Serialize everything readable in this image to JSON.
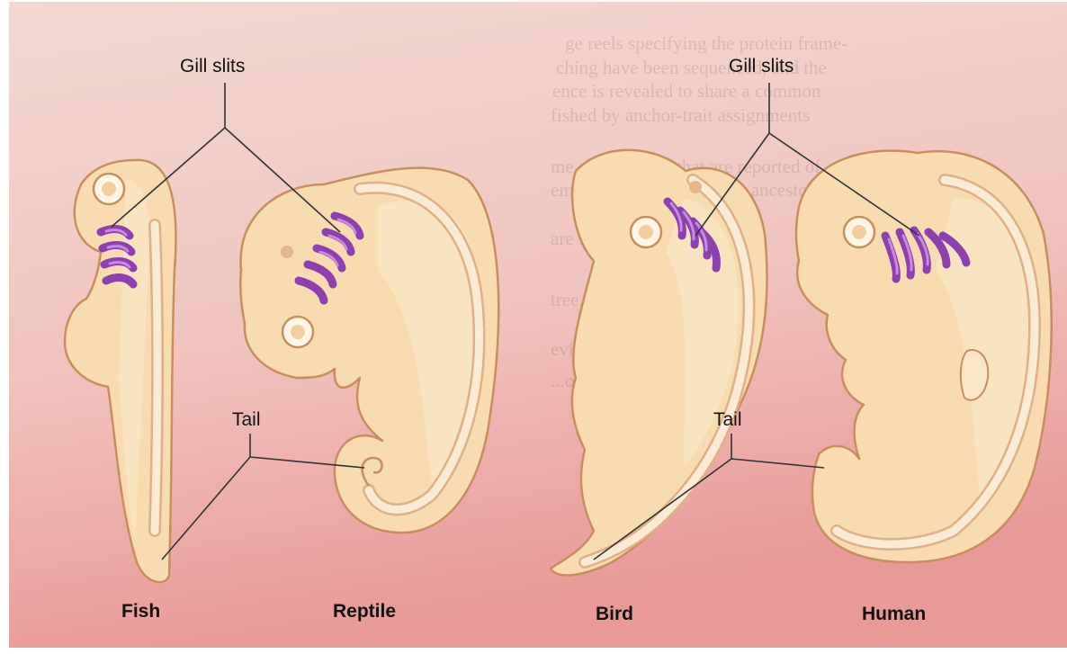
{
  "labels": {
    "gill_slits_left": "Gill slits",
    "gill_slits_right": "Gill slits",
    "tail_left": "Tail",
    "tail_right": "Tail"
  },
  "embryos": [
    {
      "name": "Fish"
    },
    {
      "name": "Reptile"
    },
    {
      "name": "Bird"
    },
    {
      "name": "Human"
    }
  ],
  "background_text": [
    "ge reels specifying the protein frame-",
    "ching have been sequenced, and the",
    "ence is revealed to share a common",
    "fished by anchor-trait assignments",
    "me of our genes that are reported of",
    "ements found in all of our ancestors",
    "are found in the great",
    "tree. That is, we reconstruct",
    "evidence in all",
    "...ologies"
  ],
  "colors": {
    "background_top": "#f3d9d2",
    "background_bottom": "#e89a96",
    "embryo_fill": "#f8dcb0",
    "embryo_outline": "#c98e5e",
    "gill_color": "#8e3fb0"
  }
}
